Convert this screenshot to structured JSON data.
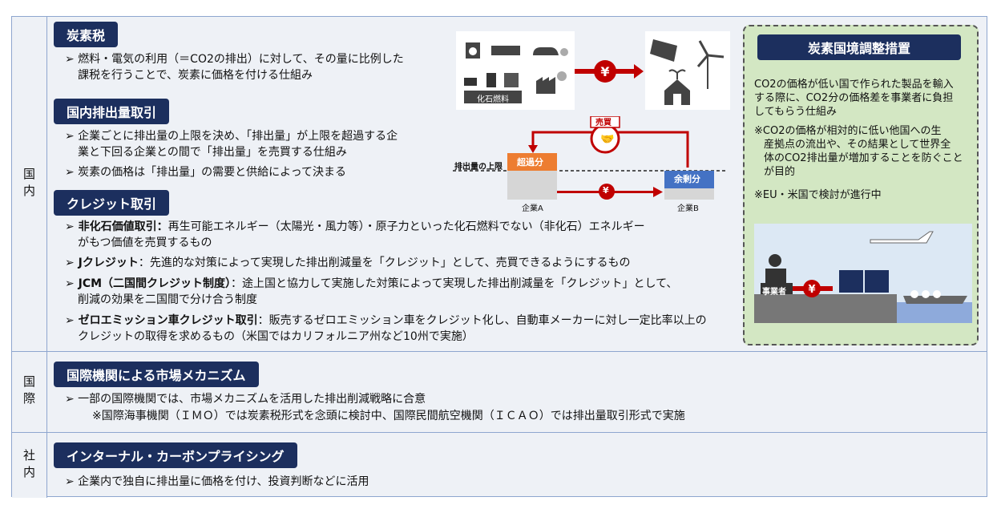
{
  "rows": [
    {
      "label": "国内",
      "sections": [
        {
          "title": "炭素税",
          "lines": [
            "➢ 燃料・電気の利用（＝CO2の排出）に対して、その量に比例した",
            "課税を行うことで、炭素に価格を付ける仕組み"
          ]
        },
        {
          "title": "国内排出量取引",
          "lines": [
            "➢ 企業ごとに排出量の上限を決め、「排出量」が上限を超過する企",
            "業と下回る企業との間で「排出量」を売買する仕組み",
            "➢ 炭素の価格は「排出量」の需要と供給によって決まる"
          ]
        },
        {
          "title": "クレジット取引",
          "items": [
            {
              "head": "非化石価値取引：",
              "text": "再生可能エネルギー（太陽光・風力等）・原子力といった化石燃料でない（非化石）エネルギー",
              "cont": "がもつ価値を売買するもの"
            },
            {
              "head": "Jクレジット",
              "text": "：先進的な対策によって実現した排出削減量を「クレジット」として、売買できるようにするもの"
            },
            {
              "head": "JCM（二国間クレジット制度）",
              "text": "：途上国と協力して実施した対策によって実現した排出削減量を「クレジット」として、",
              "cont": "削減の効果を二国間で分け合う制度"
            },
            {
              "head": "ゼロエミッション車クレジット取引",
              "text": "：販売するゼロエミッション車をクレジット化し、自動車メーカーに対し一定比率以上の",
              "cont": "クレジットの取得を求めるもの（米国ではカリフォルニア州など10州で実施）"
            }
          ]
        }
      ],
      "diagram": {
        "fossil": "化石燃料",
        "yen": "¥",
        "trade": "売買",
        "cap": "排出量の上限",
        "excess": "超過分",
        "surplus": "余剰分",
        "companyA": "企業A",
        "companyB": "企業B"
      },
      "cbam": {
        "title": "炭素国境調整措置",
        "p1": [
          "CO2の価格が低い国で作られた製品を輸入",
          "する際に、CO2分の価格差を事業者に負担",
          "してもらう仕組み"
        ],
        "p2": [
          "※CO2の価格が相対的に低い他国への生",
          "産拠点の流出や、その結果として世界全",
          "体のCO2排出量が増加することを防ぐこと",
          "が目的"
        ],
        "p3": "※EU・米国で検討が進行中",
        "operator": "事業者"
      }
    },
    {
      "label": "国際",
      "title": "国際機関による市場メカニズム",
      "lines": [
        "➢ 一部の国際機関では、市場メカニズムを活用した排出削減戦略に合意",
        "※国際海事機関（ＩＭＯ）では炭素税形式を念頭に検討中、国際民間航空機関（ＩＣＡＯ）では排出量取引形式で実施"
      ]
    },
    {
      "label": "社内",
      "title": "インターナル・カーボンプライシング",
      "lines": [
        "➢  企業内で独自に排出量に価格を付け、投資判断などに活用"
      ]
    }
  ],
  "colors": {
    "navy": "#1c2f5e",
    "red": "#c00000",
    "orange": "#ed7d31",
    "blue": "#4472c4",
    "green": "#d3e7c3"
  }
}
